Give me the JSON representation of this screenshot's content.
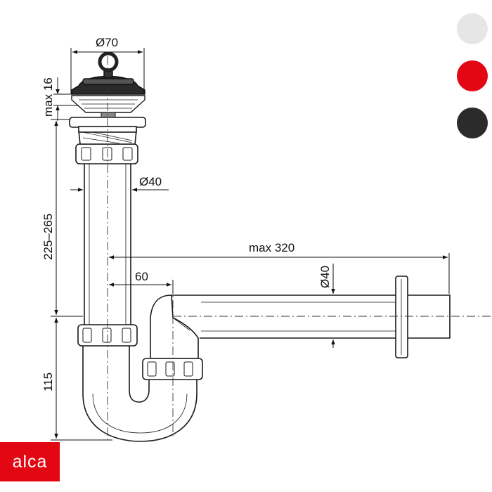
{
  "colors": {
    "line": "#333333",
    "outline": "#1a1a1a",
    "pipe_fill": "#ffffff",
    "stopper": "#222222",
    "brand": "#e30613"
  },
  "dimensions": {
    "top_diameter": "Ø70",
    "plug_height": "max 16",
    "vertical_pipe_diameter": "Ø40",
    "height_range": "225–265",
    "max_length": "max 320",
    "offset": "60",
    "horizontal_pipe_diameter": "Ø40",
    "trap_height": "115"
  },
  "swatches": [
    {
      "name": "light-grey",
      "color": "#e6e6e6"
    },
    {
      "name": "red",
      "color": "#e30613"
    },
    {
      "name": "black",
      "color": "#2b2b2b"
    }
  ],
  "logo": {
    "text": "alca"
  }
}
